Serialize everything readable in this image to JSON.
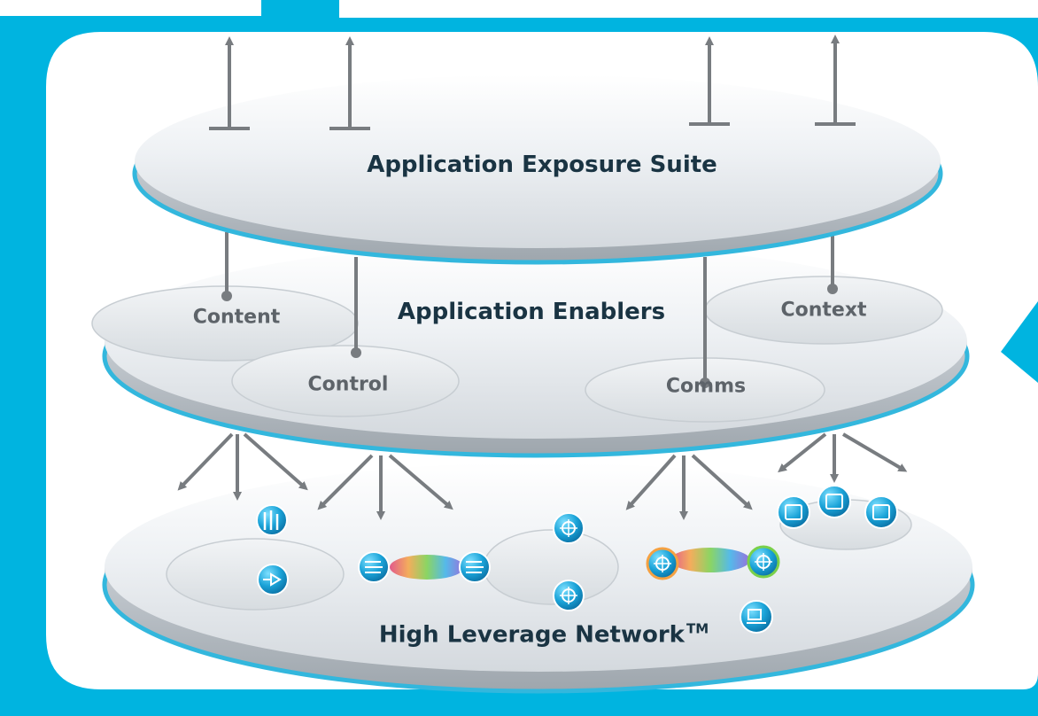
{
  "layers": {
    "exposure": {
      "title": "Application Exposure Suite"
    },
    "enablers": {
      "title": "Application Enablers",
      "modules": {
        "content": "Content",
        "control": "Control",
        "comms": "Comms",
        "context": "Context"
      }
    },
    "network": {
      "title": "High Leverage Network",
      "trademark": "TM"
    }
  },
  "icons": {
    "network_left": [
      "cell-tower-icon",
      "router-icon"
    ],
    "optical_left": [
      "optical-switch-icon",
      "optical-switch-icon"
    ],
    "network_center": [
      "target-icon",
      "target-icon"
    ],
    "optical_right": [
      "cycle-target-icon",
      "cycle-target-icon"
    ],
    "servers_right": [
      "server-icon",
      "server-icon",
      "server-icon"
    ],
    "terminal": "computer-icon"
  },
  "colors": {
    "frame_cyan": "#00b4e0",
    "disc_edge": "#33b7dd",
    "label_dark": "#1a3443",
    "label_grey": "#5d6369",
    "arrow_grey": "#787c80"
  }
}
